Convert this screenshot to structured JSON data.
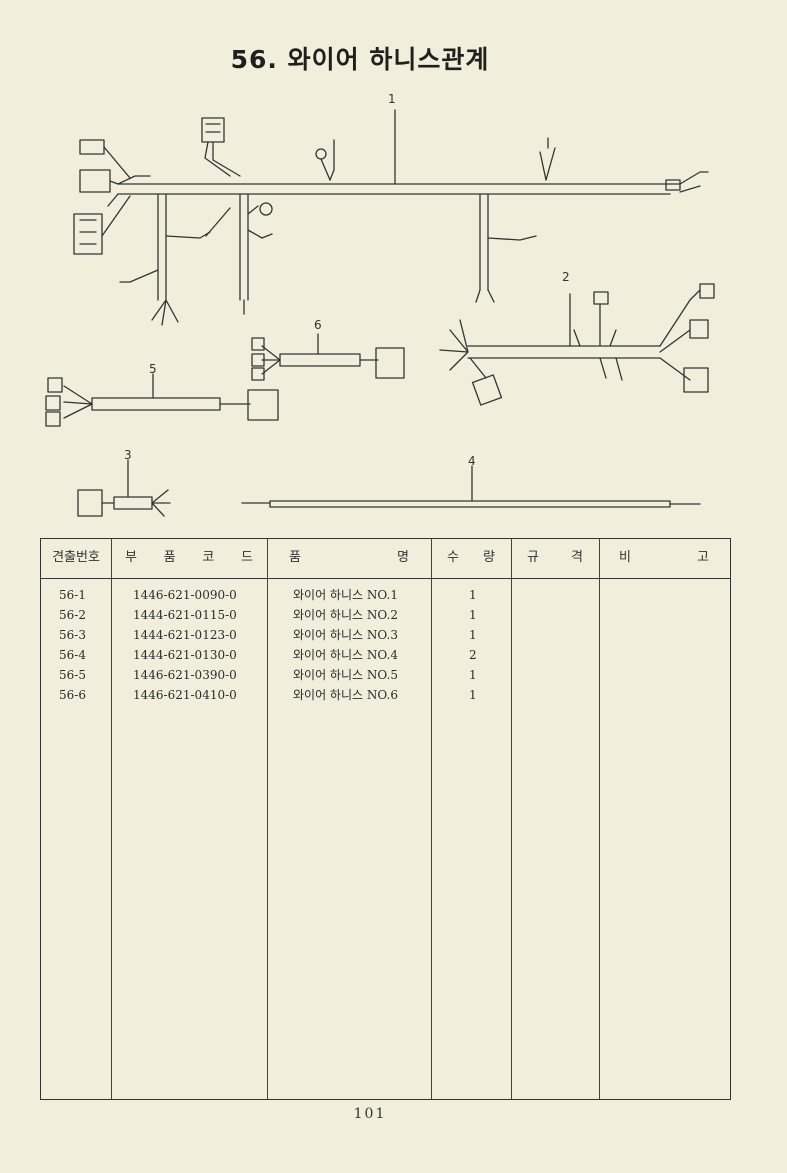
{
  "title": "56. 와이어 하니스관계",
  "diagram": {
    "callouts": [
      "1",
      "2",
      "3",
      "4",
      "5",
      "6"
    ]
  },
  "table": {
    "headers": {
      "no": "견출번호",
      "code": [
        "부",
        "품",
        "코",
        "드"
      ],
      "name": [
        "품",
        "명"
      ],
      "qty": [
        "수",
        "량"
      ],
      "spec": [
        "규",
        "격"
      ],
      "note": [
        "비",
        "고"
      ]
    },
    "rows": [
      {
        "no": "56-1",
        "code": "1446-621-0090-0",
        "name": "와이어 하니스 NO.1",
        "qty": "1"
      },
      {
        "no": "56-2",
        "code": "1444-621-0115-0",
        "name": "와이어 하니스 NO.2",
        "qty": "1"
      },
      {
        "no": "56-3",
        "code": "1444-621-0123-0",
        "name": "와이어 하니스 NO.3",
        "qty": "1"
      },
      {
        "no": "56-4",
        "code": "1444-621-0130-0",
        "name": "와이어 하니스 NO.4",
        "qty": "2"
      },
      {
        "no": "56-5",
        "code": "1446-621-0390-0",
        "name": "와이어 하니스 NO.5",
        "qty": "1"
      },
      {
        "no": "56-6",
        "code": "1446-621-0410-0",
        "name": "와이어 하니스 NO.6",
        "qty": "1"
      }
    ]
  },
  "page_number": "101"
}
